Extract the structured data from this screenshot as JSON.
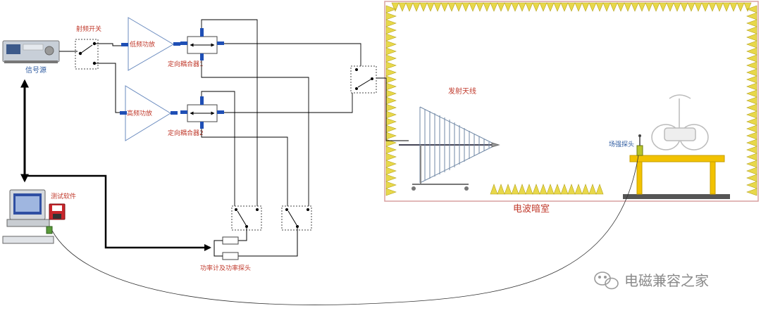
{
  "labels": {
    "signal_source": "信号源",
    "rf_switch": "射频开关",
    "low_band_amp": "低频功放",
    "high_band_amp": "高频功放",
    "coupler_1": "定向耦合器1",
    "coupler_2": "定向耦合器2",
    "test_software": "测试软件",
    "power_meter": "功率计及功率探头",
    "transmit_antenna": "发射天线",
    "field_probe": "场强探头",
    "anechoic_chamber": "电波暗室",
    "watermark": "电磁兼容之家"
  },
  "colors": {
    "label_red": "#c0392b",
    "label_blue": "#2c5aa0",
    "connector_blue": "#1f4fb5",
    "absorber_yellow": "#e8d84a",
    "table_yellow": "#f2c200",
    "chamber_border": "#d9a0a0"
  },
  "icons": {
    "watermark": "wechat-icon",
    "computer": "computer-icon",
    "floppy": "floppy-disk-icon"
  }
}
